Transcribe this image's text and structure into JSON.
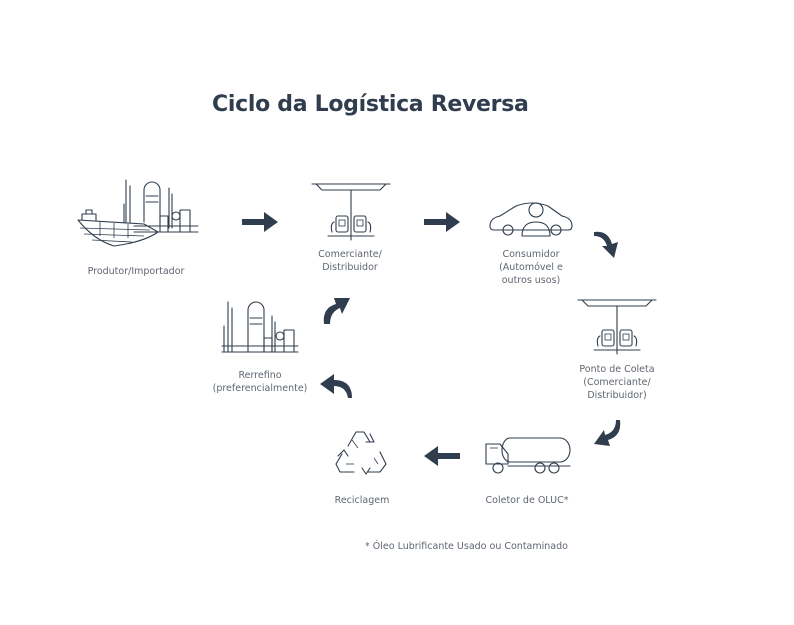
{
  "title": "Ciclo da Logística Reversa",
  "nodes": {
    "produtor": {
      "label": "Produtor/Importador",
      "icon": "refinery-ship-icon"
    },
    "comerciante": {
      "label": "Comerciante/\nDistribuidor",
      "icon": "gas-station-icon"
    },
    "consumidor": {
      "label": "Consumidor\n(Automóvel e\noutros usos)",
      "icon": "car-person-icon"
    },
    "ponto_coleta": {
      "label": "Ponto de Coleta\n(Comerciante/\nDistribuidor)",
      "icon": "gas-station-icon"
    },
    "coletor": {
      "label": "Coletor de OLUC*",
      "icon": "tanker-truck-icon"
    },
    "reciclagem": {
      "label": "Reciclagem",
      "icon": "recycle-icon"
    },
    "rerrefino": {
      "label": "Rerrefino\n(preferencialmente)",
      "icon": "refinery-icon"
    }
  },
  "footnote": "* Óleo Lubrificante Usado ou Contaminado",
  "colors": {
    "ink": "#2f3d4e",
    "text": "#5f6670",
    "background": "#ffffff"
  }
}
